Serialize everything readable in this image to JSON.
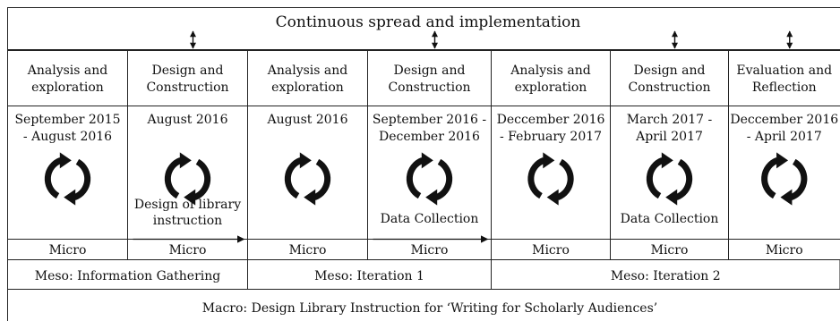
{
  "top_banner": "Continuous spread and implementation",
  "phases": [
    {
      "type": "Analysis and exploration",
      "type_lines": [
        "Analysis and",
        "exploration"
      ],
      "dates": [
        "September 2015",
        "- August 2016"
      ],
      "note": [],
      "level": "Micro",
      "arrow": false,
      "output_arrow": false
    },
    {
      "type": "Design and Construction",
      "type_lines": [
        "Design and",
        "Construction"
      ],
      "dates": [
        "August 2016"
      ],
      "note": [
        "Design of library",
        "instruction"
      ],
      "level": "Micro",
      "arrow": true,
      "output_arrow": true
    },
    {
      "type": "Analysis and exploration",
      "type_lines": [
        "Analysis and",
        "exploration"
      ],
      "dates": [
        "August 2016"
      ],
      "note": [],
      "level": "Micro",
      "arrow": false,
      "output_arrow": false
    },
    {
      "type": "Design and Construction",
      "type_lines": [
        "Design and",
        "Construction"
      ],
      "dates": [
        "September 2016 -",
        "December 2016"
      ],
      "note": [
        "Data Collection"
      ],
      "level": "Micro",
      "arrow": true,
      "output_arrow": true
    },
    {
      "type": "Analysis and exploration",
      "type_lines": [
        "Analysis and",
        "exploration"
      ],
      "dates": [
        "Deccember 2016",
        "-  February 2017"
      ],
      "note": [],
      "level": "Micro",
      "arrow": false,
      "output_arrow": false
    },
    {
      "type": "Design and Construction",
      "type_lines": [
        "Design and",
        "Construction"
      ],
      "dates": [
        "March 2017 -",
        "April 2017"
      ],
      "note": [
        "Data Collection"
      ],
      "level": "Micro",
      "arrow": true,
      "output_arrow": false
    },
    {
      "type": "Evaluation and Reflection",
      "type_lines": [
        "Evaluation and",
        "Reflection"
      ],
      "dates": [
        "Deccember 2016",
        "- April 2017"
      ],
      "note": [],
      "level": "Micro",
      "arrow": true,
      "output_arrow": false
    }
  ],
  "meso": [
    {
      "label": "Meso: Information Gathering",
      "span": [
        0,
        1
      ]
    },
    {
      "label": "Meso: Iteration 1",
      "span": [
        2,
        3
      ]
    },
    {
      "label": "Meso: Iteration 2",
      "span": [
        4,
        6
      ]
    }
  ],
  "macro": "Macro: Design Library Instruction for ‘Writing for Scholarly Audiences’",
  "icon": "refresh-cycle-icon"
}
